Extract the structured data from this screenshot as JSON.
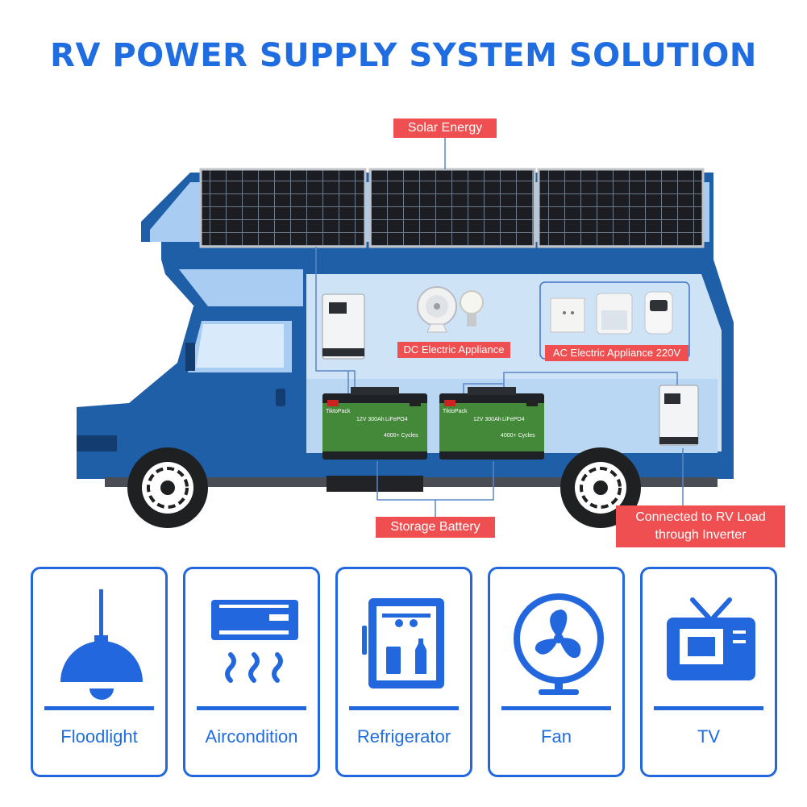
{
  "title": "RV POWER SUPPLY SYSTEM SOLUTION",
  "labels": {
    "solar": "Solar Energy",
    "dc": "DC Electric Appliance",
    "ac": "AC Electric Appliance 220V",
    "battery": "Storage Battery",
    "inverter_line1": "Connected to RV Load",
    "inverter_line2": "through Inverter"
  },
  "battery_text": {
    "brand": "TiktoPack",
    "spec": "12V 300Ah",
    "chem": "LiFePO4",
    "cycles": "4000+ Cycles"
  },
  "cards": [
    {
      "label": "Floodlight",
      "icon": "floodlight-icon"
    },
    {
      "label": "Aircondition",
      "icon": "air-conditioner-icon"
    },
    {
      "label": "Refrigerator",
      "icon": "refrigerator-icon"
    },
    {
      "label": "Fan",
      "icon": "fan-icon"
    },
    {
      "label": "TV",
      "icon": "tv-icon"
    }
  ],
  "colors": {
    "title": "#1f6de0",
    "accent_red": "#ef4f50",
    "rv_blue_dark": "#1f5fa8",
    "rv_blue_light": "#a9cdf2",
    "icon_blue": "#2267de"
  }
}
